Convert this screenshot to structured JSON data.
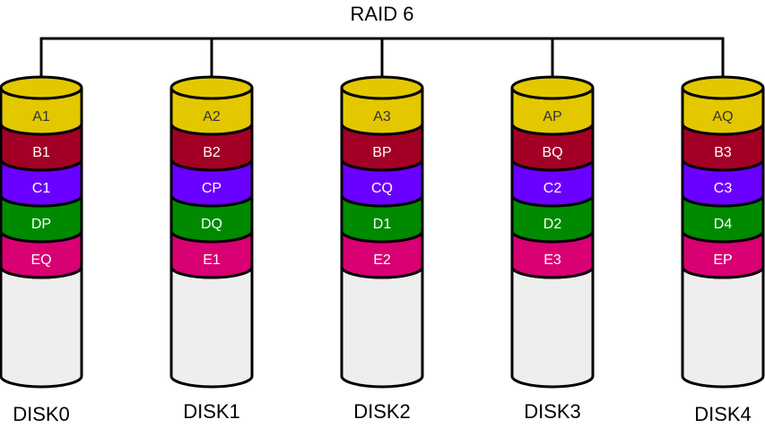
{
  "title": "RAID 6",
  "colors": {
    "A": "#e3c800",
    "B": "#a20025",
    "C": "#6a00ff",
    "D": "#008a00",
    "E": "#d80073",
    "empty": "#eeeeee",
    "outline": "#000000",
    "dark_text": "#333333",
    "light_text": "#ffffff"
  },
  "disks": [
    {
      "label": "DISK0",
      "blocks": [
        "A1",
        "B1",
        "C1",
        "DP",
        "EQ"
      ]
    },
    {
      "label": "DISK1",
      "blocks": [
        "A2",
        "B2",
        "CP",
        "DQ",
        "E1"
      ]
    },
    {
      "label": "DISK2",
      "blocks": [
        "A3",
        "BP",
        "CQ",
        "D1",
        "E2"
      ]
    },
    {
      "label": "DISK3",
      "blocks": [
        "AP",
        "BQ",
        "C2",
        "D2",
        "E3"
      ]
    },
    {
      "label": "DISK4",
      "blocks": [
        "AQ",
        "B3",
        "C3",
        "D4",
        "EP"
      ]
    }
  ]
}
